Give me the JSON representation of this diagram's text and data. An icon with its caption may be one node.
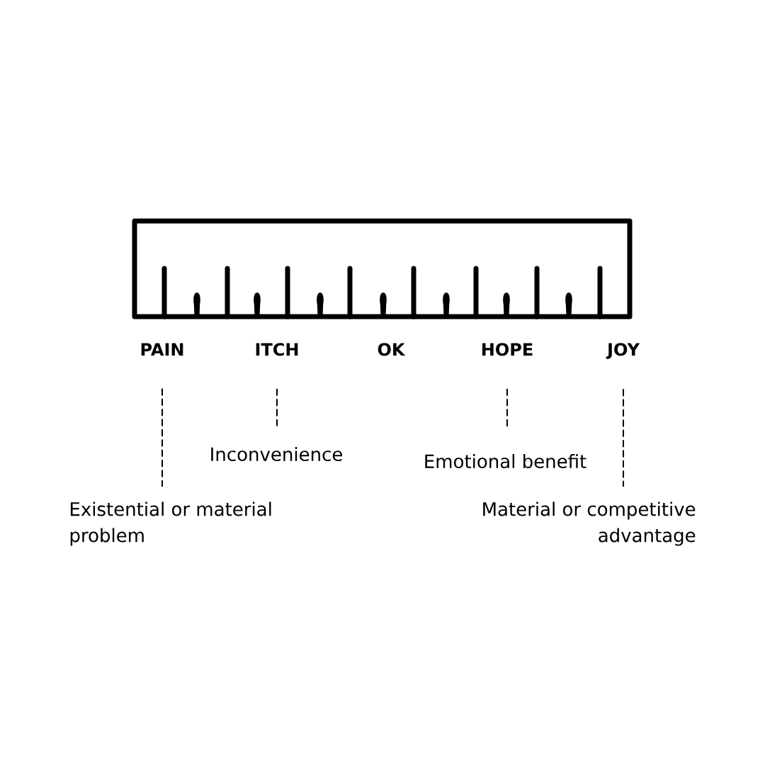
{
  "diagram": {
    "nodes": [
      {
        "text": [
          "PAIN"
        ]
      },
      {
        "text": [
          "ITCH"
        ]
      },
      {
        "text": [
          "OK"
        ]
      },
      {
        "text": [
          "HOPE"
        ]
      },
      {
        "text": [
          "JOY"
        ]
      },
      {
        "text": [
          "Existential or material problem"
        ]
      },
      {
        "text": [
          "Inconvenience"
        ]
      },
      {
        "text": [
          "Emotional benefit"
        ]
      },
      {
        "text": [
          "Material or competitive advantage"
        ]
      }
    ],
    "edges": [
      {
        "from": 0,
        "to": 5,
        "arrow": "none",
        "style": "dashed"
      },
      {
        "from": 1,
        "to": 6,
        "arrow": "none",
        "style": "dashed"
      },
      {
        "from": 3,
        "to": 7,
        "arrow": "none",
        "style": "dashed"
      },
      {
        "from": 4,
        "to": 8,
        "arrow": "none",
        "style": "dashed"
      }
    ]
  }
}
